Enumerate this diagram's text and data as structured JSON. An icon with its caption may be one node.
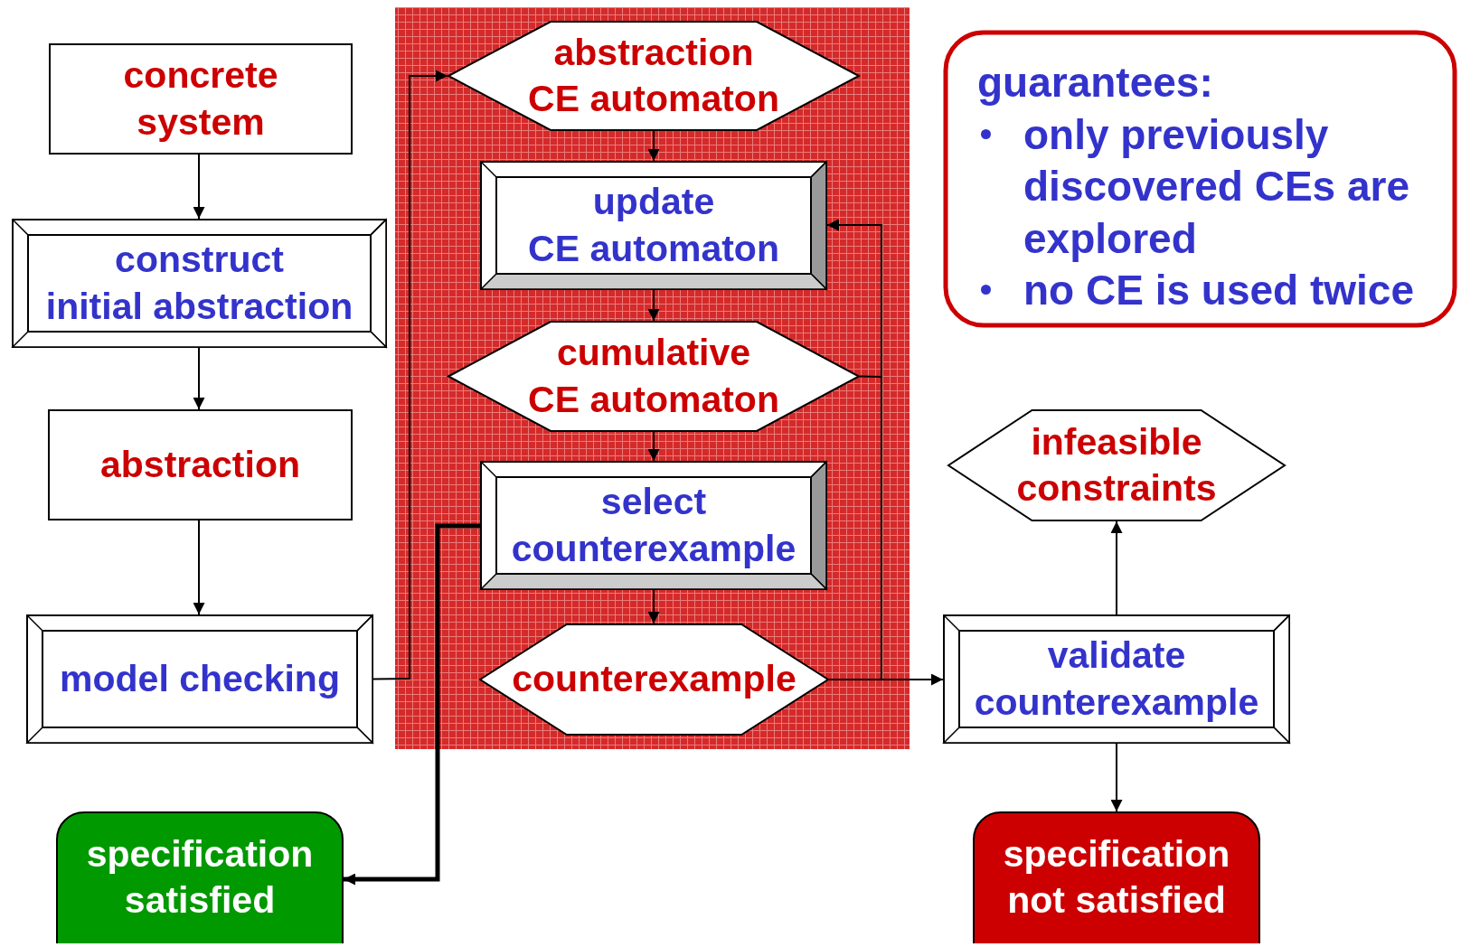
{
  "diagram": {
    "nodes": [
      {
        "text": [
          "concrete system"
        ]
      },
      {
        "text": [
          "construct initial abstraction"
        ]
      },
      {
        "text": [
          "abstraction"
        ]
      },
      {
        "text": [
          "model checking"
        ]
      },
      {
        "text": [
          "abstraction CE automaton"
        ]
      },
      {
        "text": [
          "update CE automaton"
        ]
      },
      {
        "text": [
          "cumulative CE automaton"
        ]
      },
      {
        "text": [
          "select counterexample"
        ]
      },
      {
        "text": [
          "counterexample"
        ]
      },
      {
        "text": [
          "specification satisfied"
        ]
      },
      {
        "text": [
          "guarantees:",
          "only previously discovered CEs are explored",
          "no CE is used twice"
        ]
      },
      {
        "text": [
          "infeasible constraints"
        ]
      },
      {
        "text": [
          "validate counterexample"
        ]
      },
      {
        "text": [
          "specification not satisfied"
        ]
      }
    ],
    "edges": [
      {
        "from": 0,
        "to": 1,
        "arrow": "to"
      },
      {
        "from": 1,
        "to": 2,
        "arrow": "to"
      },
      {
        "from": 2,
        "to": 3,
        "arrow": "to"
      },
      {
        "from": 3,
        "to": 4,
        "arrow": "to"
      },
      {
        "from": 4,
        "to": 5,
        "arrow": "to"
      },
      {
        "from": 5,
        "to": 6,
        "arrow": "to"
      },
      {
        "from": 6,
        "to": 7,
        "arrow": "to"
      },
      {
        "from": 7,
        "to": 8,
        "arrow": "to"
      },
      {
        "from": 8,
        "to": 12,
        "arrow": "to"
      },
      {
        "from": 8,
        "to": 5,
        "arrow": "to"
      },
      {
        "from": 6,
        "to": 5,
        "arrow": "to"
      },
      {
        "from": 7,
        "to": 9,
        "arrow": "to",
        "style": "thick"
      },
      {
        "from": 12,
        "to": 11,
        "arrow": "to"
      },
      {
        "from": 12,
        "to": 13,
        "arrow": "to"
      }
    ]
  }
}
